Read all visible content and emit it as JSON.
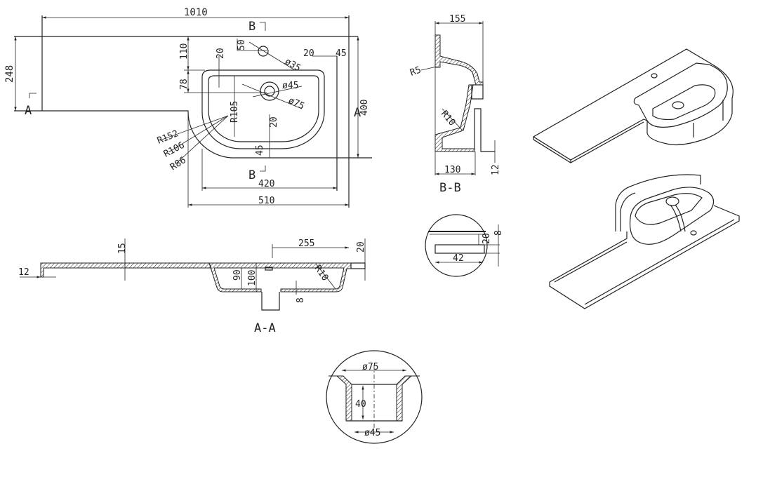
{
  "plan_view": {
    "overall_length": "1010",
    "overall_depth": "400",
    "left_depth": "248",
    "section_b_top": "B",
    "section_b_bottom": "B",
    "section_a_left": "A",
    "section_a_right": "A",
    "tap_offset": "110",
    "rim_top": "20",
    "tap_hole_offset": "50",
    "tap_hole_dia": "ø35",
    "rim_right": "20",
    "backsplash": "45",
    "waste_offset": "78",
    "waste_inner_dia": "ø45",
    "waste_outer_dia": "ø75",
    "inner_radius": "R105",
    "radius_outer": "R152",
    "radius_mid": "R106",
    "radius_inner": "R86",
    "rim_bottom": "20",
    "front_lip": "45",
    "basin_width": "420",
    "unit_width": "510"
  },
  "section_aa": {
    "title": "A-A",
    "slab_thickness": "15",
    "leg_height": "12",
    "overflow_offset": "255",
    "rim_height": "20",
    "inner_depth": "90",
    "outer_depth": "100",
    "bowl_radius": "R10",
    "wall_thickness": "8"
  },
  "section_bb": {
    "title": "B-B",
    "top_width": "155",
    "rim_radius": "R5",
    "bowl_radius": "R10",
    "bottom_width": "130",
    "foot_height": "12"
  },
  "detail_edge": {
    "lip_height": "20",
    "thickness": "8",
    "lip_width": "42"
  },
  "detail_waste": {
    "outer_dia": "ø75",
    "depth": "40",
    "inner_dia": "ø45"
  }
}
